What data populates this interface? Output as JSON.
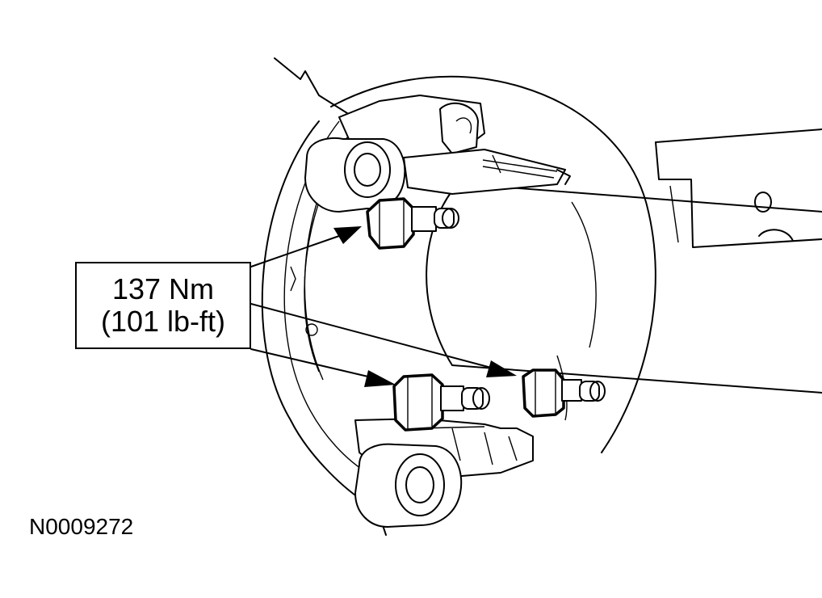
{
  "callout": {
    "torque_nm": "137 Nm",
    "torque_lbft": "(101 lb-ft)"
  },
  "figure_id": "N0009272",
  "colors": {
    "line": "#000000",
    "background": "#ffffff"
  }
}
